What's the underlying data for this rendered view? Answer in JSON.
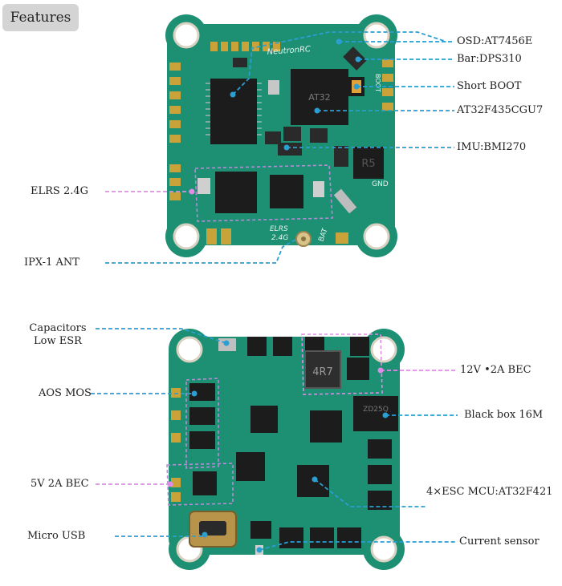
{
  "header": {
    "badge_label": "Features"
  },
  "colors": {
    "board_green": "#1d8f73",
    "board_dark": "#0f5e4a",
    "pad_gold": "#c9a23a",
    "chip_black": "#1c1c1c",
    "leader_blue": "#2b9fd2",
    "leader_pink": "#e08be8",
    "badge_gray": "#d4d4d4"
  },
  "top_board": {
    "name_text": "NeutronRC",
    "silk_elrs": "ELRS",
    "silk_24g": "2.4G",
    "silk_gnd": "GND",
    "silk_bat": "BAT",
    "silk_boot": "BOOT",
    "chip_main": "AT32",
    "chip_imu": "R5",
    "callouts": {
      "osd": "OSD:AT7456E",
      "bar": "Bar:DPS310",
      "short_boot": "Short BOOT",
      "mcu": "AT32F435CGU7",
      "imu": "IMU:BMI270",
      "elrs": "ELRS 2.4G",
      "ipx": "IPX-1 ANT"
    }
  },
  "bottom_board": {
    "inductor_text": "4R7",
    "chip_blackbox": "ZD25Q",
    "callouts": {
      "capacitors_line1": "Capacitors",
      "capacitors_line2": "Low ESR",
      "aos": "AOS MOS",
      "bec_12v": "12V  •2A BEC",
      "blackbox": "Black box 16M",
      "bec_5v": "5V 2A BEC",
      "esc_mcu": "4×ESC MCU:AT32F421",
      "usb": "Micro USB",
      "current": "Current sensor"
    }
  }
}
